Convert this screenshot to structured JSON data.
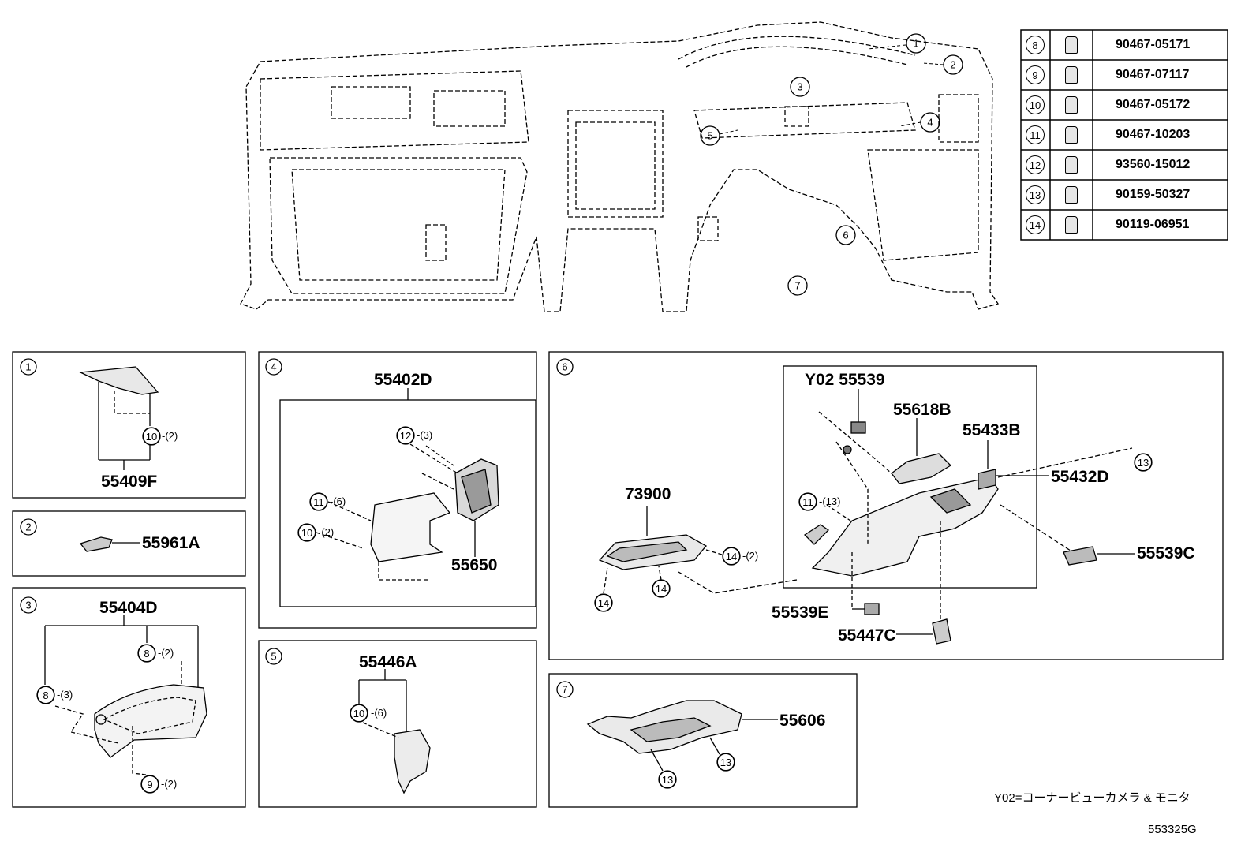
{
  "fastener_table": [
    {
      "num": "8",
      "icon": "clip-icon",
      "part": "90467-05171"
    },
    {
      "num": "9",
      "icon": "rivet-icon",
      "part": "90467-07117"
    },
    {
      "num": "10",
      "icon": "clip-icon",
      "part": "90467-05172"
    },
    {
      "num": "11",
      "icon": "nut-clip-icon",
      "part": "90467-10203"
    },
    {
      "num": "12",
      "icon": "screw-icon",
      "part": "93560-15012"
    },
    {
      "num": "13",
      "icon": "bolt-icon",
      "part": "90159-50327"
    },
    {
      "num": "14",
      "icon": "bolt-icon",
      "part": "90119-06951"
    }
  ],
  "overview_callouts": [
    "1",
    "2",
    "3",
    "4",
    "5",
    "6",
    "7"
  ],
  "panels": {
    "p1": {
      "num": "1",
      "part": "55409F",
      "fastener": "10",
      "qty": "-(2)"
    },
    "p2": {
      "num": "2",
      "part": "55961A"
    },
    "p3": {
      "num": "3",
      "part": "55404D",
      "f1": "8",
      "q1": "-(2)",
      "f2": "8",
      "q2": "-(3)",
      "f3": "9",
      "q3": "-(2)"
    },
    "p4": {
      "num": "4",
      "assy": "55402D",
      "part": "55650",
      "f1": "12",
      "q1": "-(3)",
      "f2": "11",
      "q2": "-(6)",
      "f3": "10",
      "q3": "-(2)"
    },
    "p5": {
      "num": "5",
      "part": "55446A",
      "f1": "10",
      "q1": "-(6)"
    },
    "p6": {
      "num": "6",
      "sub_part1": "Y02 55539",
      "sub_part2": "55618B",
      "sub_part3": "55433B",
      "part_main": "55432D",
      "part_left": "73900",
      "part_right": "55539C",
      "part_e": "55539E",
      "part_c": "55447C",
      "f11": "11",
      "q11": "-(13)",
      "f13": "13",
      "f14a": "14",
      "q14a": "-(2)",
      "f14b": "14",
      "f14c": "14"
    },
    "p7": {
      "num": "7",
      "part": "55606",
      "f1": "13",
      "f2": "13"
    }
  },
  "footnote": "Y02=コーナービューカメラ & モニタ",
  "diagram_code": "553325G"
}
